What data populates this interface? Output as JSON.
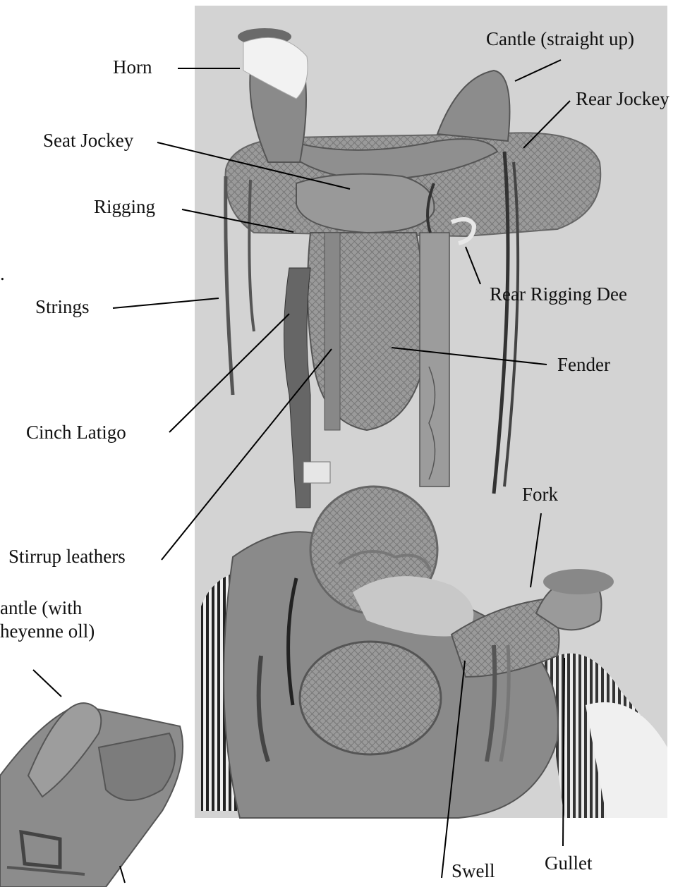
{
  "labels": {
    "horn": "Horn",
    "cantle_straight": "Cantle (straight up)",
    "rear_jockey": "Rear Jockey",
    "seat_jockey": "Seat Jockey",
    "rigging": "Rigging",
    "rear_rigging_dee": "Rear Rigging Dee",
    "strings": "Strings",
    "fender": "Fender",
    "cinch_latigo": "Cinch Latigo",
    "fork": "Fork",
    "stirrup_leathers": "Stirrup leathers",
    "cantle_cheyenne": "antle (with heyenne oll)",
    "swell": "Swell",
    "gullet": "Gullet",
    "edge_dot": "."
  },
  "colors": {
    "photo_background": "#d3d3d3",
    "leather_mid": "#8c8c8c",
    "leather_light": "#a9a9a9",
    "leather_dark": "#555555",
    "leader_line": "#000000"
  },
  "icons": [
    "saddle-photo-a",
    "saddle-photo-b",
    "saddle-photo-c"
  ]
}
